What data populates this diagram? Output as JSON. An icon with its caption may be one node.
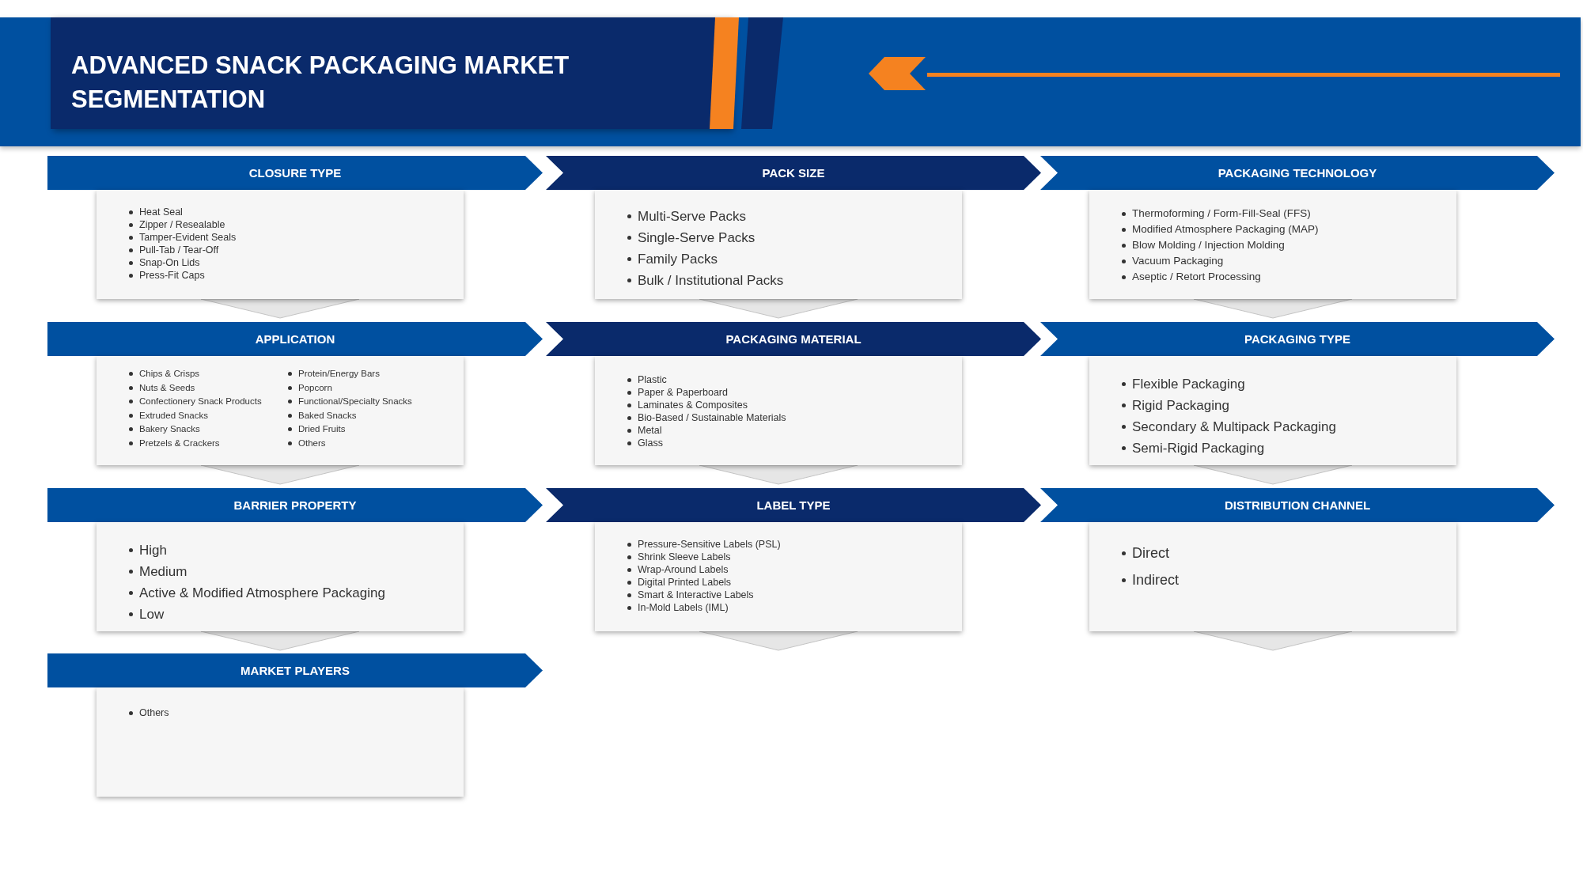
{
  "diagram": {
    "title": "ADVANCED SNACK PACKAGING MARKET SEGMENTATION",
    "nodes": [
      {
        "text": [
          "CLOSURE TYPE"
        ]
      },
      {
        "text": [
          "Heat Seal",
          "Zipper / Resealable",
          "Tamper-Evident Seals",
          "Pull-Tab / Tear-Off",
          "Snap-On Lids",
          "Press-Fit Caps"
        ]
      },
      {
        "text": [
          "PACK SIZE"
        ]
      },
      {
        "text": [
          "Multi-Serve Packs",
          "Single-Serve Packs",
          "Family Packs",
          "Bulk / Institutional Packs"
        ]
      },
      {
        "text": [
          "PACKAGING TECHNOLOGY"
        ]
      },
      {
        "text": [
          "Thermoforming / Form-Fill-Seal (FFS)",
          "Modified Atmosphere Packaging (MAP)",
          "Blow Molding / Injection Molding",
          "Vacuum Packaging",
          "Aseptic / Retort Processing"
        ]
      },
      {
        "text": [
          "APPLICATION"
        ]
      },
      {
        "text": [
          "Chips & Crisps",
          "Nuts & Seeds",
          "Confectionery Snack Products",
          "Extruded Snacks",
          "Bakery Snacks",
          "Pretzels & Crackers",
          "Protein/Energy Bars",
          "Popcorn",
          "Functional/Specialty Snacks",
          "Baked Snacks",
          "Dried Fruits",
          "Others"
        ]
      },
      {
        "text": [
          "PACKAGING MATERIAL"
        ]
      },
      {
        "text": [
          "Plastic",
          "Paper & Paperboard",
          "Laminates & Composites",
          "Bio-Based / Sustainable Materials",
          "Metal",
          "Glass"
        ]
      },
      {
        "text": [
          "PACKAGING TYPE"
        ]
      },
      {
        "text": [
          "Flexible Packaging",
          "Rigid Packaging",
          "Secondary & Multipack Packaging",
          "Semi-Rigid Packaging"
        ]
      },
      {
        "text": [
          "BARRIER PROPERTY"
        ]
      },
      {
        "text": [
          "High",
          "Medium",
          "Active & Modified Atmosphere Packaging",
          "Low"
        ]
      },
      {
        "text": [
          "LABEL TYPE"
        ]
      },
      {
        "text": [
          "Pressure-Sensitive Labels (PSL)",
          "Shrink Sleeve Labels",
          "Wrap-Around Labels",
          "Digital Printed Labels",
          "Smart & Interactive Labels",
          "In-Mold Labels (IML)"
        ]
      },
      {
        "text": [
          "DISTRIBUTION CHANNEL"
        ]
      },
      {
        "text": [
          "Direct",
          "Indirect"
        ]
      },
      {
        "text": [
          "MARKET PLAYERS"
        ]
      },
      {
        "text": [
          "Others"
        ]
      }
    ]
  }
}
